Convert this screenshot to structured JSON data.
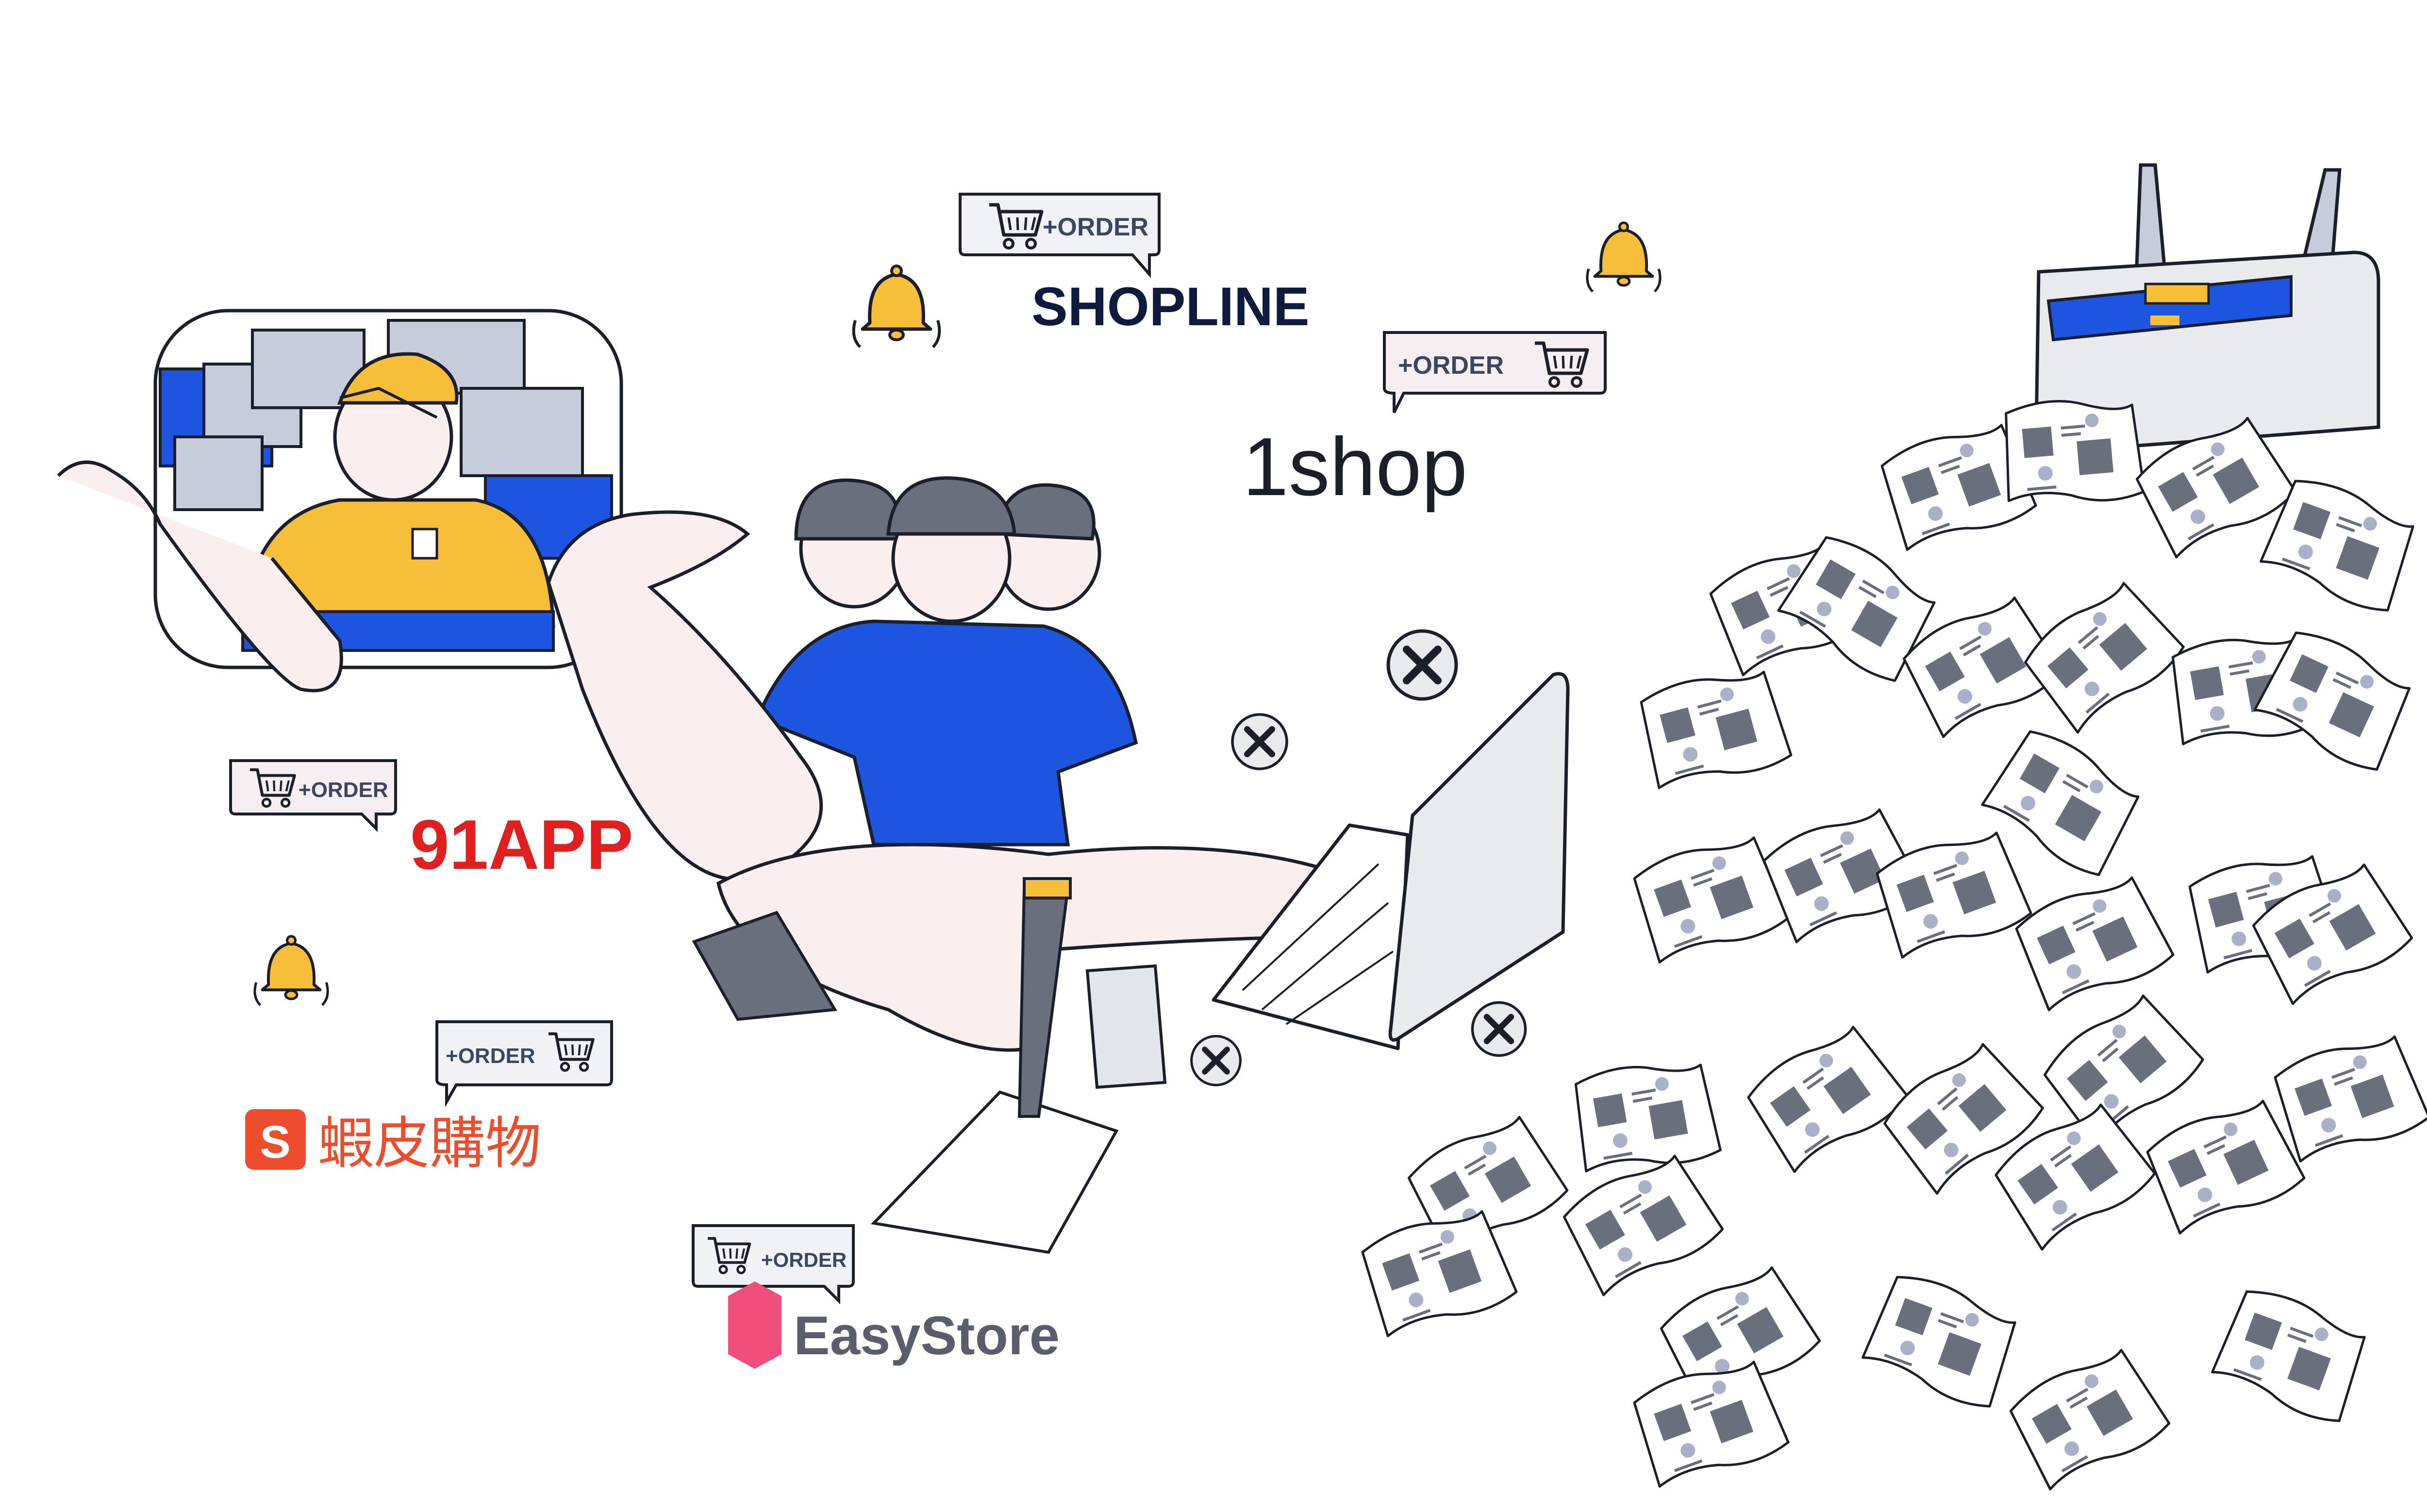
{
  "order_badge_text": "+ORDER",
  "logos": {
    "shopline": "SHOPLINE",
    "oneshop": "1shop",
    "app91": "91APP",
    "shopee": "蝦皮購物",
    "easystore": "EasyStore"
  },
  "colors": {
    "blue": "#1d55e0",
    "yellow": "#f7be3a",
    "skin": "#fbeeee",
    "outline": "#1b1f2a",
    "paper_gray": "#6a6f7d",
    "shopline_navy": "#0f1b3d",
    "oneshop_pink": "#ea1e82",
    "app91_red": "#e02020",
    "shopee_orange": "#ee4d2d",
    "easystore_pink": "#ef4f7a",
    "easystore_gray": "#5a5e6b"
  },
  "icons": [
    "bell-icon",
    "cart-icon",
    "close-icon",
    "printer",
    "keyboard",
    "monitor"
  ]
}
